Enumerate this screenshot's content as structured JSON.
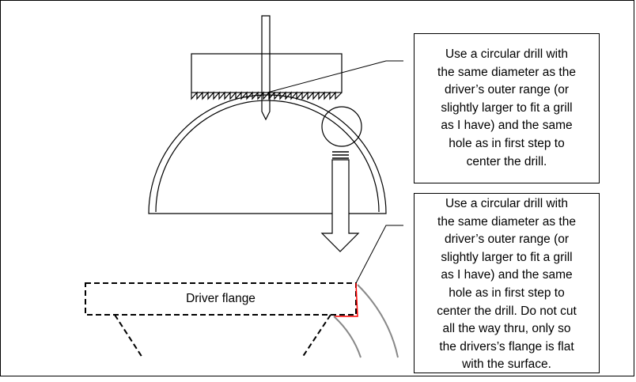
{
  "callouts": {
    "top": [
      "Use a circular drill with",
      "the same diameter as the",
      "driver’s outer range (or",
      "slightly larger to fit a grill",
      "as I have) and the same",
      "hole as in first step to",
      "center the drill."
    ],
    "bottom": [
      "Use a circular drill with",
      "the same diameter as the",
      "driver’s outer range (or",
      "slightly larger to fit a grill",
      "as I have) and the same",
      "hole as in first step to",
      "center the drill. Do not cut",
      "all the way thru, only so",
      "the drivers’s flange is flat",
      "with the surface."
    ]
  },
  "flange": {
    "label": "Driver flange"
  },
  "colors": {
    "line": "#000000",
    "cut_edge": "#ff0000",
    "driver_arc": "#888888"
  }
}
